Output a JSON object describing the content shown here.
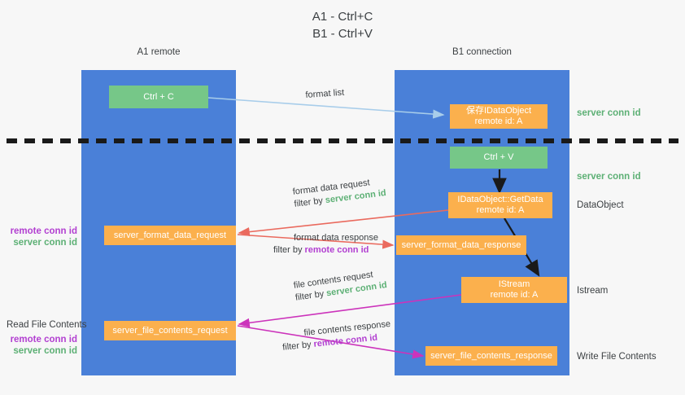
{
  "title": "A1 - Ctrl+C\nB1 - Ctrl+V",
  "columns": {
    "left": {
      "name": "A1",
      "subtitle": "remote",
      "header": "A1\nremote"
    },
    "right": {
      "name": "B1",
      "subtitle": "connection",
      "header": "B1\nconnection"
    }
  },
  "colors": {
    "lane": "#4a80d8",
    "green_box": "#76c788",
    "orange_box": "#fbb04d",
    "server_conn_id": "#5db075",
    "remote_conn_id": "#b23fd1",
    "arrow_format_list": "#a8cdea",
    "arrow_format_data": "#ea6a5e",
    "arrow_file_contents": "#cc33bb",
    "arrow_internal": "#1a1a1a",
    "separator": "#1a1a1a",
    "background": "#f7f7f7"
  },
  "nodes": {
    "ctrl_c": {
      "label": "Ctrl + C",
      "style": "green"
    },
    "save_idataobject": {
      "label": "保存IDataObject\nremote id: A",
      "style": "orange"
    },
    "ctrl_v": {
      "label": "Ctrl + V",
      "style": "green"
    },
    "idataobject_getdata": {
      "label": "IDataObject::GetData\nremote id: A",
      "style": "orange"
    },
    "server_format_data_request": {
      "label": "server_format_data_request",
      "style": "orange"
    },
    "server_format_data_response": {
      "label": "server_format_data_response",
      "style": "orange"
    },
    "istream": {
      "label": "IStream\nremote id: A",
      "style": "orange"
    },
    "server_file_contents_request": {
      "label": "server_file_contents_request",
      "style": "orange"
    },
    "server_file_contents_response": {
      "label": "server_file_contents_response",
      "style": "orange"
    }
  },
  "side_labels": {
    "server_conn_id_top": "server conn id",
    "server_conn_id_mid": "server conn id",
    "dataobject": "DataObject",
    "istream": "Istream",
    "write_file_contents": "Write File Contents",
    "read_file_contents": "Read File Contents",
    "remote_conn_id_1": "remote conn id",
    "server_conn_id_1": "server conn id",
    "remote_conn_id_2": "remote conn id",
    "server_conn_id_2": "server conn id"
  },
  "edges": {
    "format_list": {
      "label": "format list"
    },
    "format_data_request": {
      "line1": "format data request",
      "filter_prefix": "filter by ",
      "filter_value": "server conn id",
      "filter_kind": "server"
    },
    "format_data_response": {
      "line1": "format data response",
      "filter_prefix": "filter by ",
      "filter_value": "remote conn id",
      "filter_kind": "remote"
    },
    "file_contents_request": {
      "line1": "file contents request",
      "filter_prefix": "filter by ",
      "filter_value": "server conn id",
      "filter_kind": "server"
    },
    "file_contents_response": {
      "line1": "file contents response",
      "filter_prefix": "filter by ",
      "filter_value": "remote conn id",
      "filter_kind": "remote"
    }
  }
}
